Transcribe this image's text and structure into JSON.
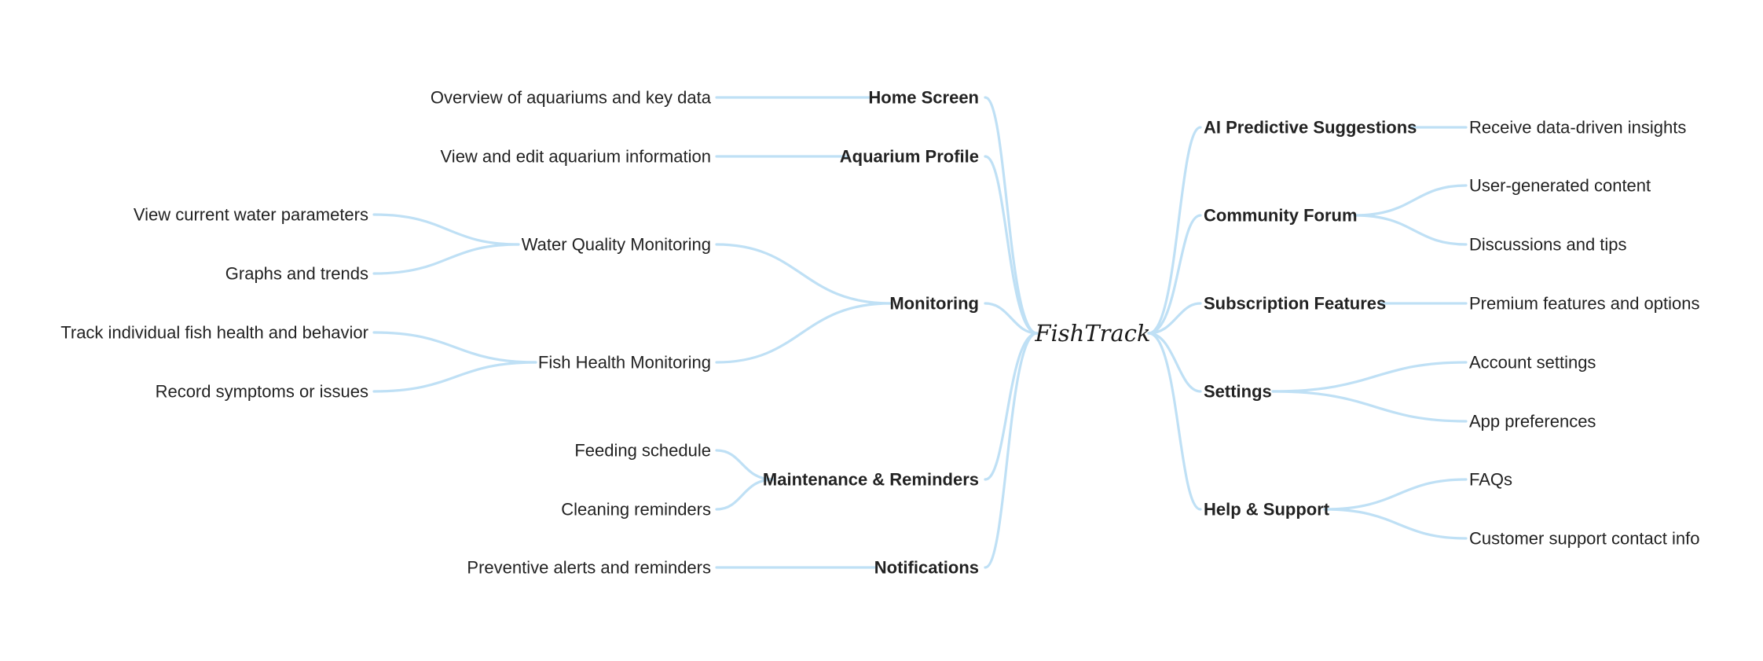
{
  "root": {
    "label": "FishTrack"
  },
  "colors": {
    "edge": "#bfe0f5",
    "text": "#222222"
  },
  "left": [
    {
      "label": "Home Screen",
      "children": [
        {
          "label": "Overview of aquariums and key data"
        }
      ]
    },
    {
      "label": "Aquarium Profile",
      "children": [
        {
          "label": "View and edit aquarium information"
        }
      ]
    },
    {
      "label": "Monitoring",
      "children": [
        {
          "label": "Water Quality Monitoring",
          "children": [
            {
              "label": "View current water parameters"
            },
            {
              "label": "Graphs and trends"
            }
          ]
        },
        {
          "label": "Fish Health Monitoring",
          "children": [
            {
              "label": "Track individual fish health and behavior"
            },
            {
              "label": "Record symptoms or issues"
            }
          ]
        }
      ]
    },
    {
      "label": "Maintenance & Reminders",
      "children": [
        {
          "label": "Feeding schedule"
        },
        {
          "label": "Cleaning reminders"
        }
      ]
    },
    {
      "label": "Notifications",
      "children": [
        {
          "label": "Preventive alerts and reminders"
        }
      ]
    }
  ],
  "right": [
    {
      "label": "AI Predictive Suggestions",
      "children": [
        {
          "label": "Receive data-driven insights"
        }
      ]
    },
    {
      "label": "Community Forum",
      "children": [
        {
          "label": "User-generated content"
        },
        {
          "label": "Discussions and tips"
        }
      ]
    },
    {
      "label": "Subscription Features",
      "children": [
        {
          "label": "Premium features and options"
        }
      ]
    },
    {
      "label": "Settings",
      "children": [
        {
          "label": "Account settings"
        },
        {
          "label": "App preferences"
        }
      ]
    },
    {
      "label": "Help & Support",
      "children": [
        {
          "label": "FAQs"
        },
        {
          "label": "Customer support contact info"
        }
      ]
    }
  ]
}
